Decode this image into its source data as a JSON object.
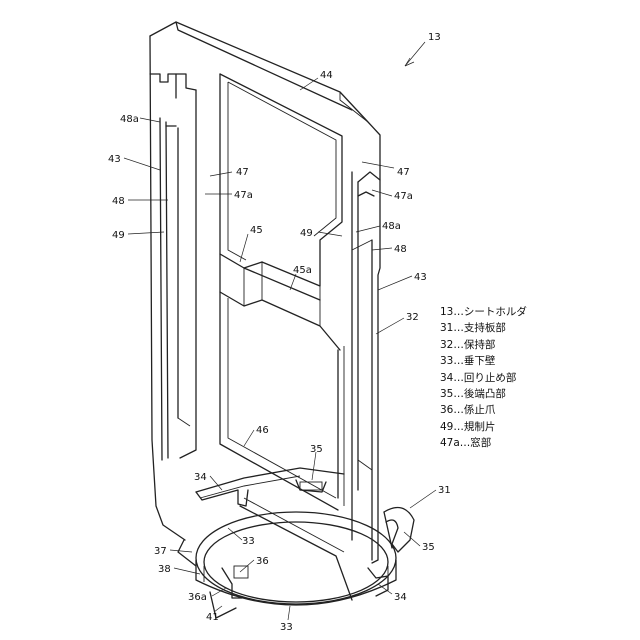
{
  "figure": {
    "labels": {
      "l13": "13",
      "l44": "44",
      "l48a_left": "48a",
      "l43_left": "43",
      "l47_left": "47",
      "l47_right": "47",
      "l47a_left": "47a",
      "l47a_right": "47a",
      "l48_left": "48",
      "l49_left": "49",
      "l45": "45",
      "l49_right": "49",
      "l48a_right": "48a",
      "l48_right": "48",
      "l45a": "45a",
      "l43_right": "43",
      "l32": "32",
      "l46": "46",
      "l35_top": "35",
      "l34_left": "34",
      "l31": "31",
      "l33_mid": "33",
      "l35_right": "35",
      "l37": "37",
      "l36": "36",
      "l38": "38",
      "l36a": "36a",
      "l41": "41",
      "l34_bottom": "34",
      "l33_bottom": "33"
    }
  },
  "legend": [
    "13…シートホルダ",
    "31…支持板部",
    "32…保持部",
    "33…垂下壁",
    "34…回り止め部",
    "35…後端凸部",
    "36…係止爪",
    "49…規制片",
    "47a…窓部"
  ]
}
